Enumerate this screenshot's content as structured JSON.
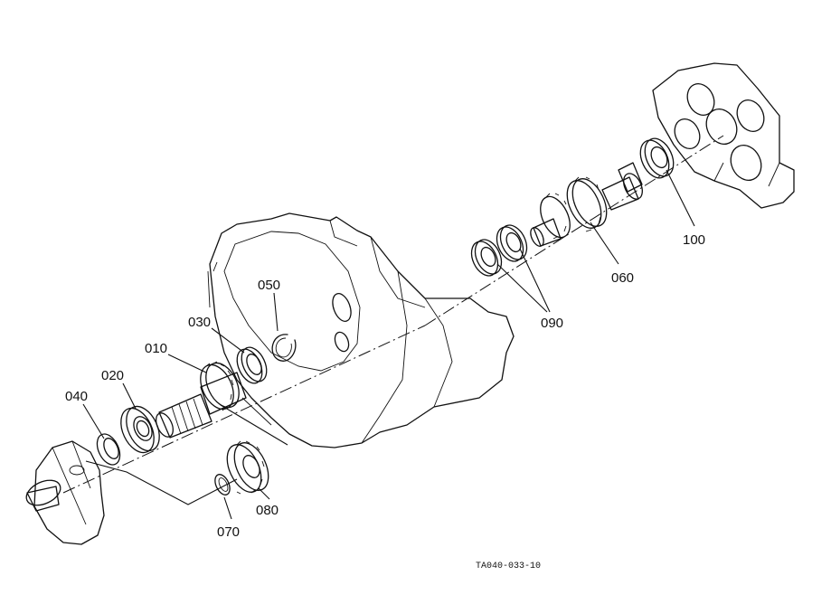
{
  "labels": {
    "p010": "010",
    "p020": "020",
    "p030": "030",
    "p040": "040",
    "p050": "050",
    "p060": "060",
    "p070": "070",
    "p080": "080",
    "p090": "090",
    "p100": "100"
  },
  "drawing_code": "TA040-033-10"
}
